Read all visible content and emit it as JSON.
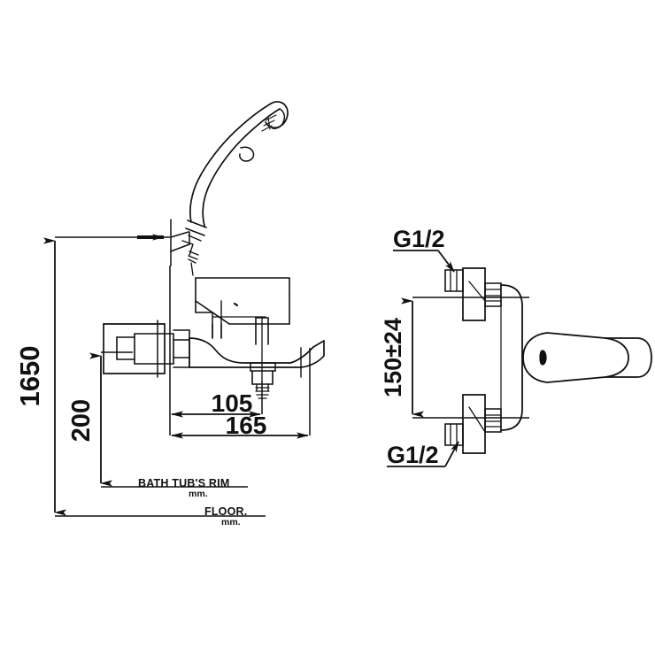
{
  "drawing": {
    "title": "Wall-mounted bath/shower mixer installation drawing",
    "background_color": "#ffffff",
    "line_color": "#111111",
    "units_note": "mm.",
    "views": [
      {
        "name": "side-elevation",
        "description": "Side elevation of bath shower mixer with hand shower",
        "components": [
          "hand-shower",
          "shower-holder",
          "mixer-body",
          "lever-handle",
          "bath-spout",
          "diverter",
          "wall-union",
          "escutcheon"
        ]
      },
      {
        "name": "front-elevation",
        "description": "Front elevation of mixer body showing inlet centres",
        "components": [
          "mixer-body",
          "lever-handle",
          "inlet-union-top",
          "inlet-union-bottom",
          "escutcheon"
        ]
      }
    ]
  },
  "dimensions": {
    "overall_height": {
      "value": "1650",
      "description": "Height from floor to hand shower holder"
    },
    "tub_rim_height": {
      "value": "200",
      "description": "Height from bath tub's rim to mixer centre line"
    },
    "spout_projection_short": {
      "value": "105",
      "description": "Projection from wall to diverter centre"
    },
    "spout_projection_long": {
      "value": "165",
      "description": "Projection from wall to spout end"
    },
    "inlet_centres": {
      "value": "150±24",
      "description": "Vertical distance between inlet centres with tolerance"
    }
  },
  "callouts": {
    "inlet_top": {
      "label": "G1/2",
      "description": "Top inlet thread size"
    },
    "inlet_bottom": {
      "label": "G1/2",
      "description": "Bottom inlet thread size"
    }
  },
  "reference_lines": {
    "bath_tub_rim": {
      "label": "BATH TUB'S RIM",
      "unit": "mm."
    },
    "floor": {
      "label": "FLOOR.",
      "unit": "mm."
    }
  }
}
